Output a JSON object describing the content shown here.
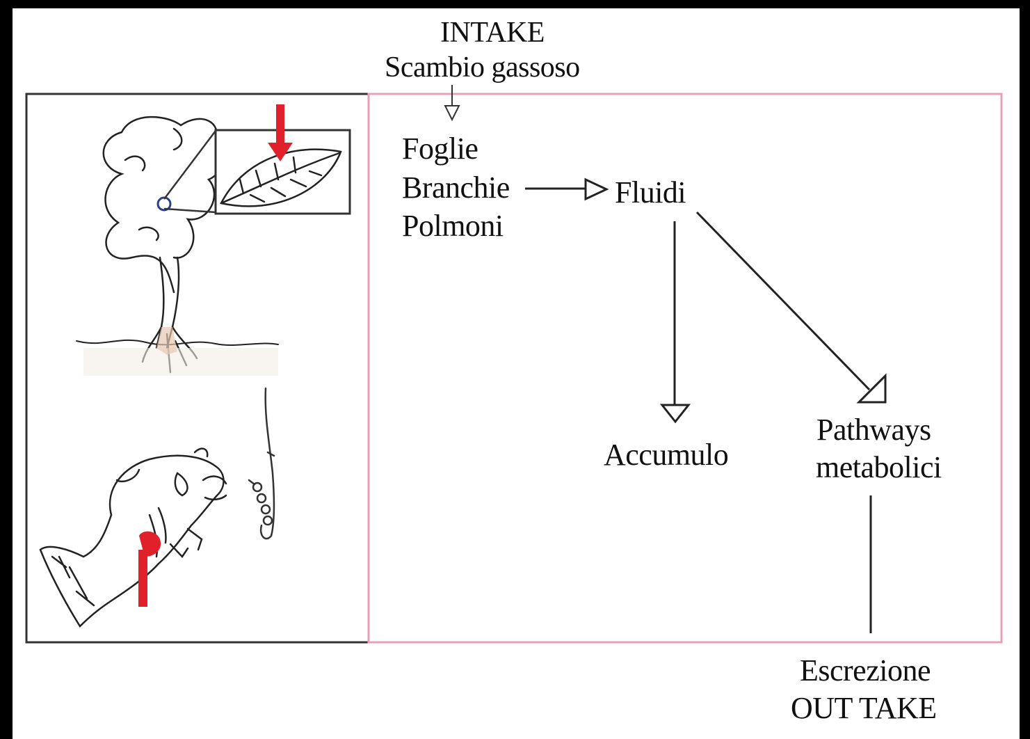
{
  "intake": {
    "title": "INTAKE",
    "subtitle": "Scambio gassoso"
  },
  "organs": {
    "leaves": "Foglie",
    "gills": "Branchie",
    "lungs": "Polmoni"
  },
  "fluids": "Fluidi",
  "accumulation": "Accumulo",
  "pathways": {
    "line1": "Pathways",
    "line2": "metabolici"
  },
  "outtake": {
    "excretion": "Escrezione",
    "title": "OUT TAKE"
  },
  "colors": {
    "process_box_border": "#e8a0b8",
    "intake_arrow_red": "#e0202a",
    "leaf_point": "#2a3f8a"
  },
  "icons": [
    "tree-icon",
    "leaf-icon",
    "fish-icon",
    "fishing-hook-icon"
  ]
}
